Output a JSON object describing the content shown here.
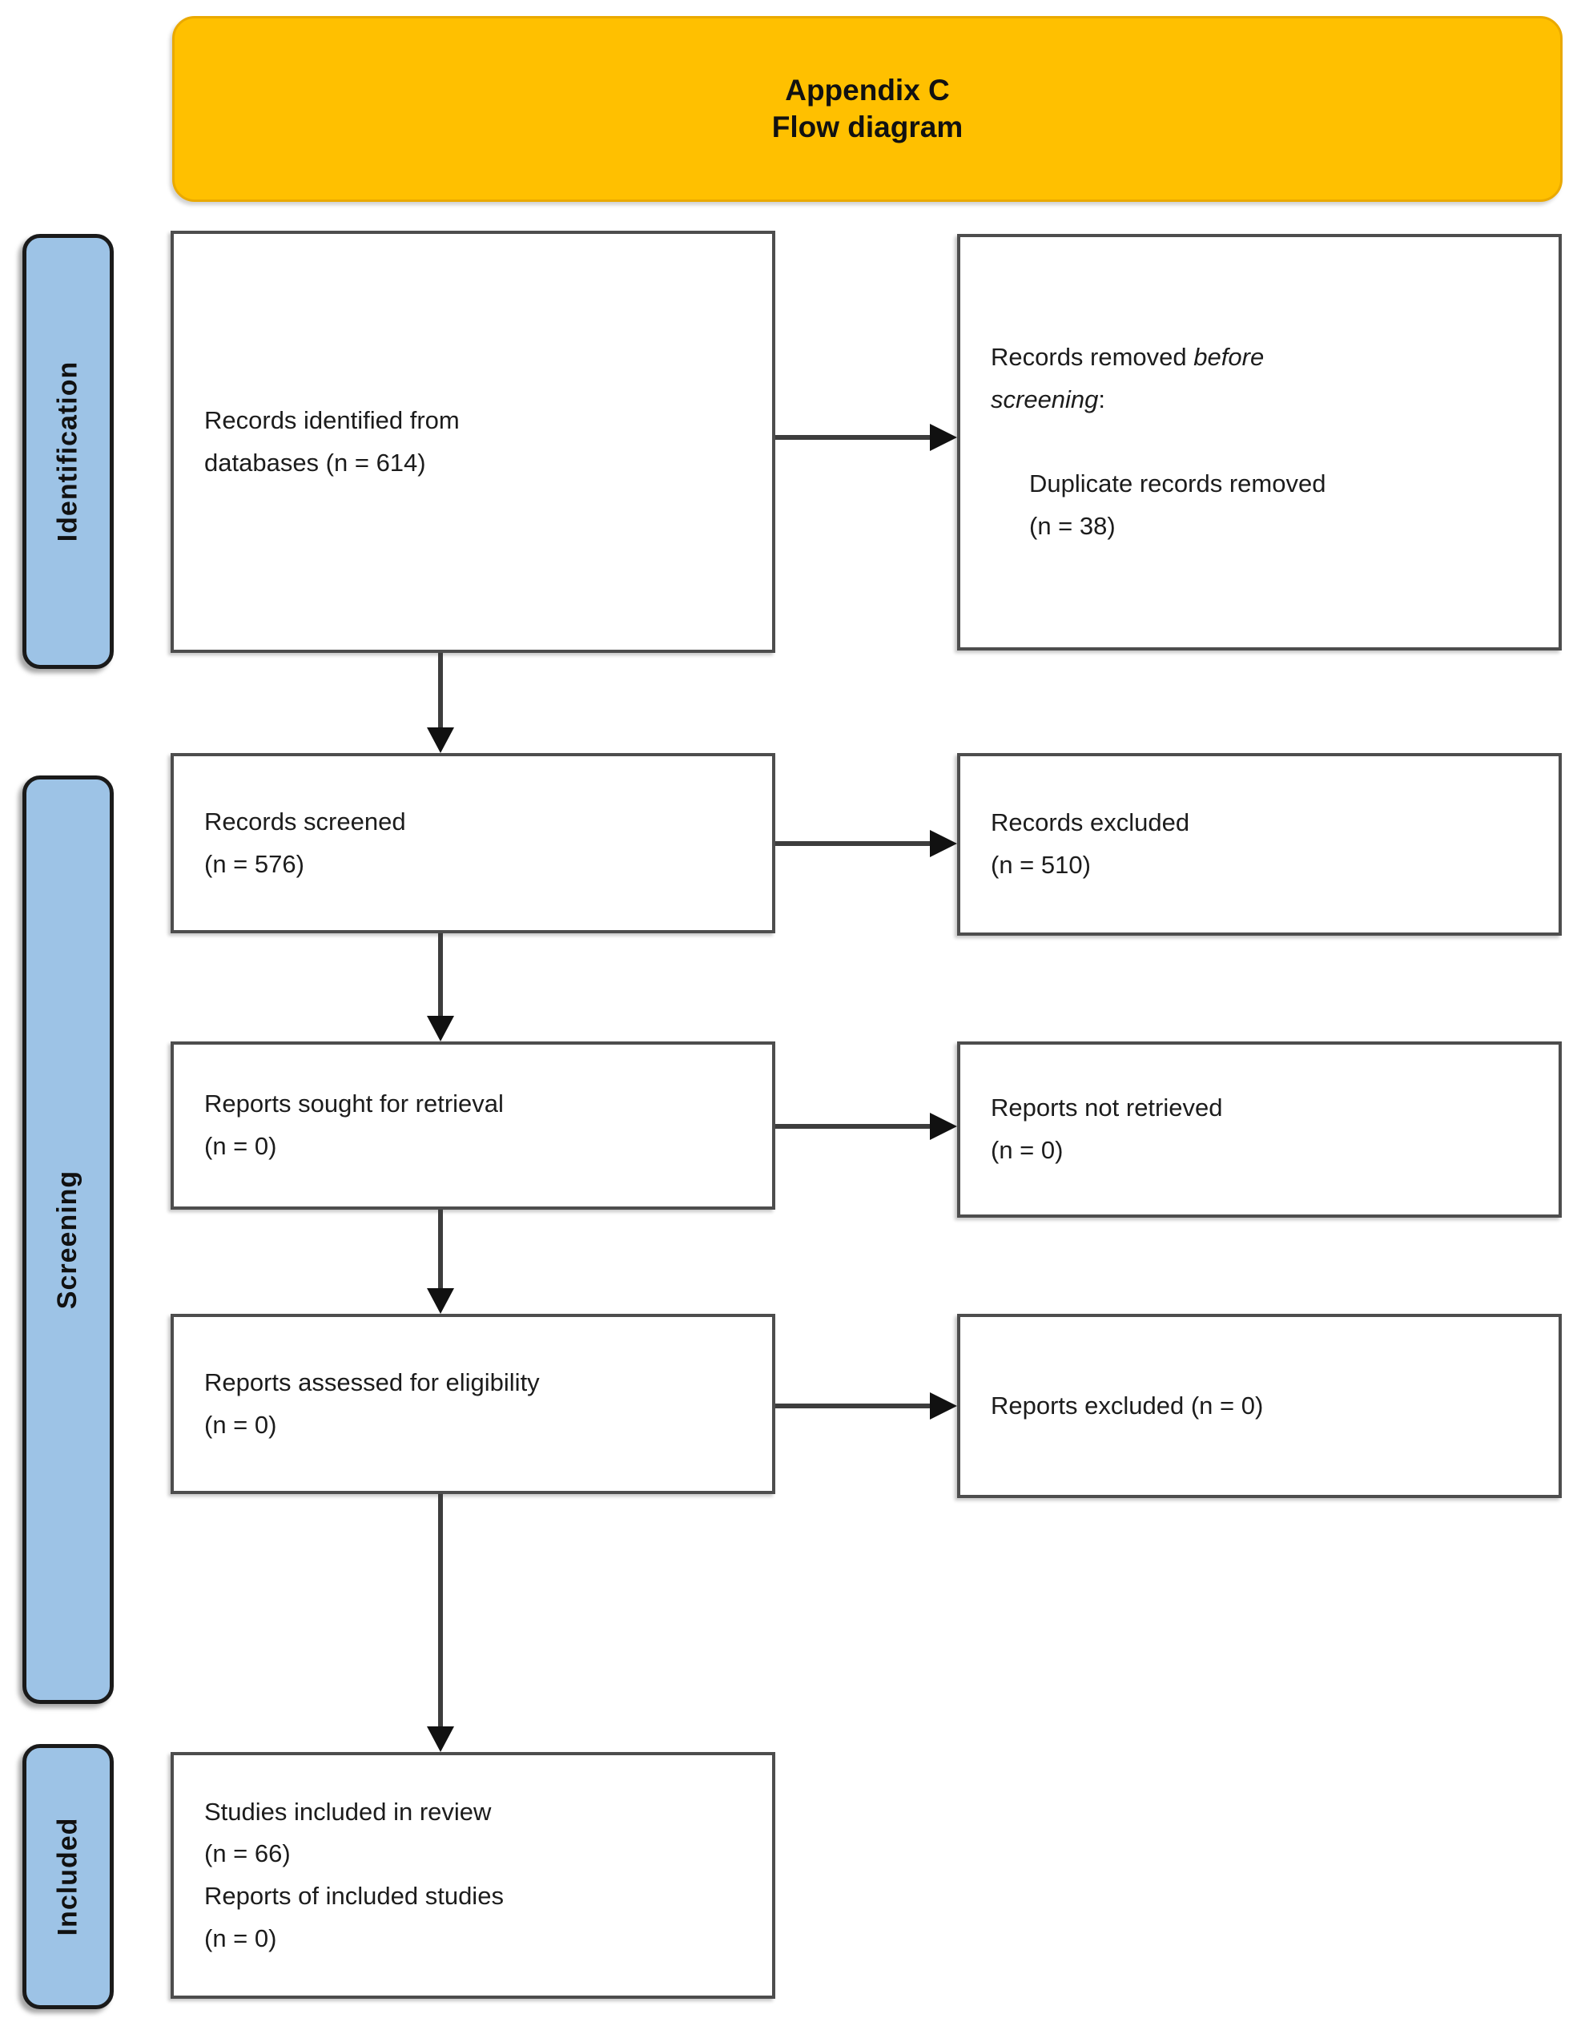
{
  "header": {
    "line1": "Appendix C",
    "line2": "Flow diagram"
  },
  "stages": {
    "identification": "Identification",
    "screening": "Screening",
    "included": "Included"
  },
  "boxes": {
    "records_identified": "Records identified from\ndatabases (n = 614)",
    "records_removed": {
      "prefix": "Records removed ",
      "italic": "before\nscreening",
      "suffix": ":",
      "detail": "Duplicate records removed\n(n = 38)"
    },
    "records_screened": "Records screened\n(n = 576)",
    "records_excluded": "Records excluded\n(n = 510)",
    "reports_sought": "Reports sought for retrieval\n(n = 0)",
    "reports_not_retrieved": "Reports not retrieved\n(n = 0)",
    "reports_assessed": "Reports assessed for eligibility\n(n = 0)",
    "reports_excluded": "Reports excluded (n = 0)",
    "studies_included": "Studies included in review\n(n = 66)\nReports of included studies\n(n = 0)"
  },
  "colors": {
    "header_bg": "#FFC000",
    "stage_bg": "#9DC3E6",
    "box_border": "#4d4d4d",
    "stage_border": "#1a1a1a",
    "arrow": "#3d3d3d",
    "text": "#1c1c1c"
  }
}
